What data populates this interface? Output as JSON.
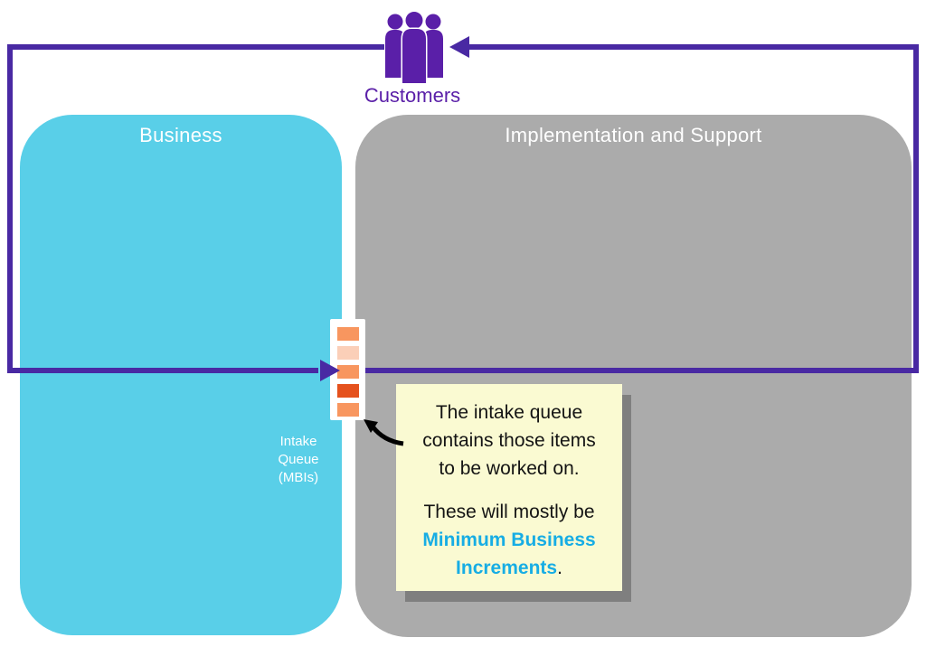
{
  "customers": {
    "label": "Customers",
    "color": "#5A1FA8"
  },
  "flow": {
    "color": "#4929A3"
  },
  "business_box": {
    "title": "Business",
    "color": "#59CFE8"
  },
  "implementation_box": {
    "title": "Implementation and Support",
    "color": "#ABABAB"
  },
  "intake_queue": {
    "label_lines": [
      "Intake",
      "Queue",
      "(MBIs)"
    ],
    "items": [
      {
        "color": "#F8965F"
      },
      {
        "color": "#FBCFB8"
      },
      {
        "color": "#F8965F"
      },
      {
        "color": "#E5511D"
      },
      {
        "color": "#F8965F"
      }
    ]
  },
  "note": {
    "bg": "#FAFAD2",
    "paragraph1_lines": [
      "The intake queue",
      "contains those items",
      "to be worked on."
    ],
    "paragraph2_prefix": "These will mostly be",
    "highlight": "Minimum Business Increments",
    "suffix": ".",
    "highlight_color": "#17ADE4"
  }
}
